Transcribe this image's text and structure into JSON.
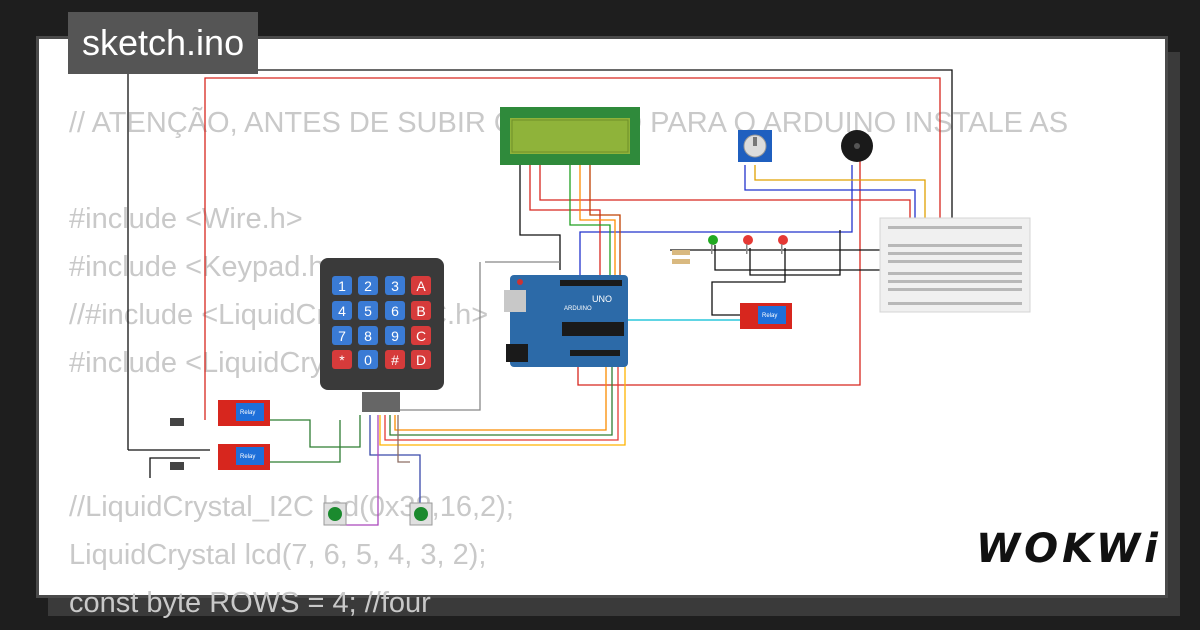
{
  "tab": {
    "filename": "sketch.ino"
  },
  "code_lines": [
    "// ATENÇÃO, ANTES DE SUBIR O CÓDIGO PARA O ARDUINO INSTALE AS",
    "",
    "#include <Wire.h>",
    "#include <Keypad.h>",
    "//#include <LiquidCrystal_I2C.h>",
    "#include <LiquidCrystal.h>",
    "",
    "",
    "",
    "//LiquidCrystal_I2C lcd(0x38,16,2);",
    "LiquidCrystal lcd(7, 6, 5, 4, 3, 2);",
    "const byte ROWS = 4; //four"
  ],
  "keypad": {
    "keys": [
      "1",
      "2",
      "3",
      "A",
      "4",
      "5",
      "6",
      "B",
      "7",
      "8",
      "9",
      "C",
      "*",
      "0",
      "#",
      "D"
    ]
  },
  "relay": {
    "label": "Relay"
  },
  "arduino": {
    "model": "UNO",
    "brand": "ARDUINO"
  },
  "logo": {
    "text": "WOKWi"
  },
  "colors": {
    "background": "#1e1e1e",
    "card": "#ffffff",
    "code_text": "#c9c9c9",
    "tab_bg": "#555555",
    "lcd_green": "#8fb33a",
    "arduino_blue": "#2c6aa8",
    "relay_red": "#d7261e"
  }
}
